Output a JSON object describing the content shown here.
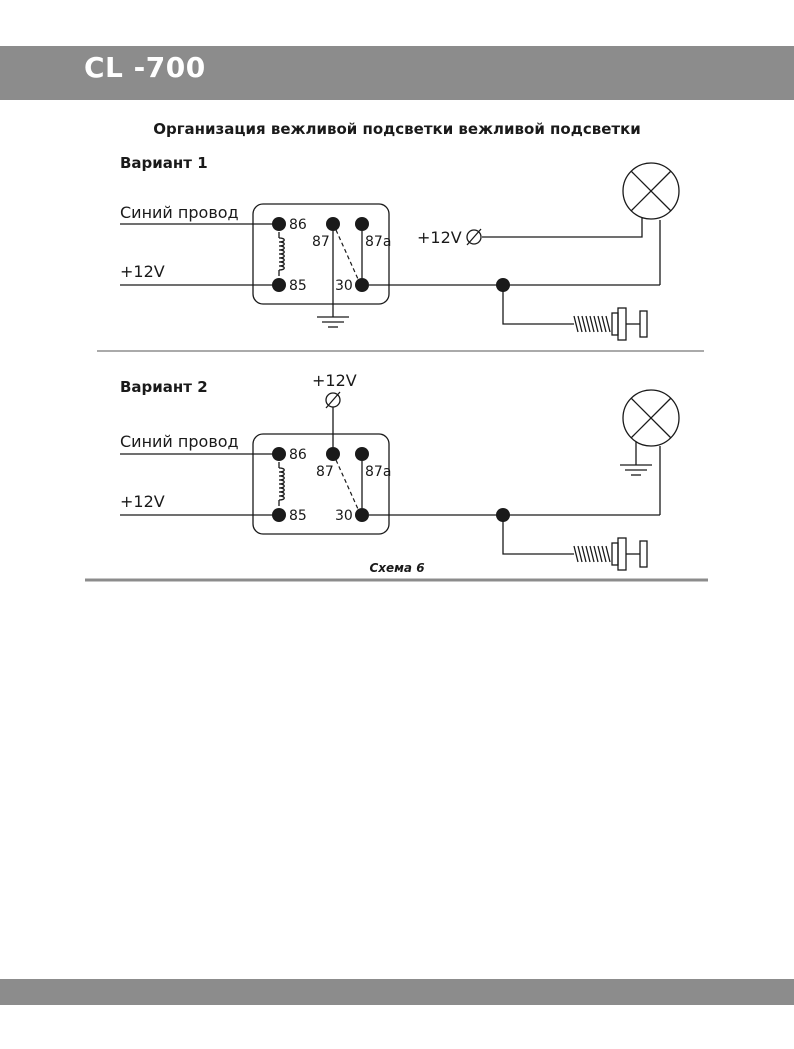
{
  "header": {
    "model": "CL -700"
  },
  "heading": "Организация вежливой подсветки вежливой подсветки",
  "variant1": {
    "title": "Вариант 1",
    "wire_blue": "Синий провод",
    "wire_12v": "+12V",
    "supply_label": "+12V",
    "pins": {
      "p86": "86",
      "p85": "85",
      "p87": "87",
      "p87a": "87a",
      "p30": "30"
    }
  },
  "variant2": {
    "title": "Вариант 2",
    "wire_blue": "Синий провод",
    "wire_12v": "+12V",
    "supply_label": "+12V",
    "pins": {
      "p86": "86",
      "p85": "85",
      "p87": "87",
      "p87a": "87a",
      "p30": "30"
    }
  },
  "caption": "Схема 6",
  "colors": {
    "bar": "#8c8c8c",
    "ink": "#1a1a1a"
  }
}
